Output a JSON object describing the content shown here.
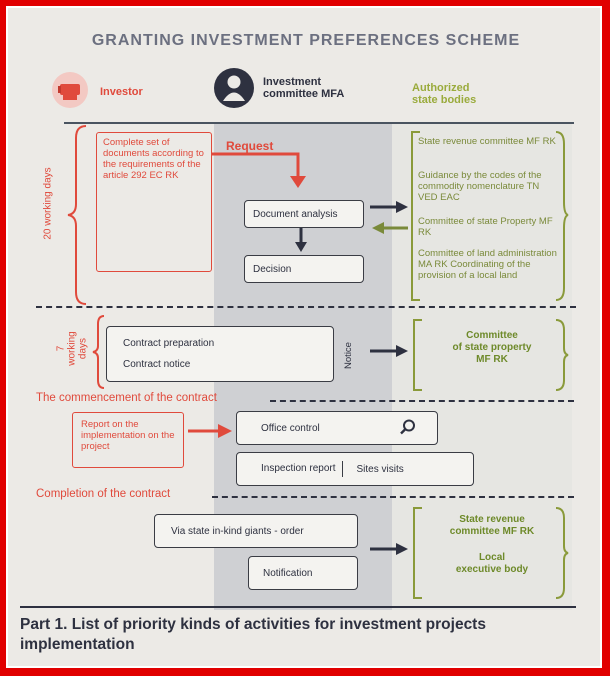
{
  "title": "GRANTING INVESTMENT PREFERENCES SCHEME",
  "columns": {
    "investor": "Investor",
    "committee": "Investment\ncommittee MFA",
    "authorized": "Authorized\nstate bodies"
  },
  "stage1": {
    "duration": "20 working days",
    "investor_box": "Complete set of documents according to the requirements of the article 292 EC RK",
    "request": "Request",
    "document_analysis": "Document analysis",
    "decision": "Decision",
    "bodies": [
      "State revenue committee MF RK",
      "Guidance by the codes of the commodity nomenclature TN VED EAC",
      "Committee of state Property MF RK",
      "Committee of land administration MA RK Coordinating of the provision of a local land"
    ]
  },
  "stage2": {
    "duration": "7 working days",
    "contract_preparation": "Contract preparation",
    "contract_notice": "Contract notice",
    "notice": "Notice",
    "body": "Committee\nof state property\nMF RK"
  },
  "stage3": {
    "heading": "The commencement of the contract",
    "report": "Report on the implementation on the project",
    "office_control": "Office control",
    "inspection_report": "Inspection report",
    "sites_visits": "Sites visits"
  },
  "stage4": {
    "heading": "Completion of the contract",
    "order": "Via state in-kind giants - order",
    "notification": "Notification",
    "body1": "State revenue\ncommittee MF RK",
    "body2": "Local\nexecutive body"
  },
  "footer": "Part 1. List of priority kinds of activities for investment projects implementation",
  "colors": {
    "accent_red": "#e04a3c",
    "accent_green": "#9aab3c",
    "dark": "#2e3140"
  },
  "icons": [
    "investor-icon",
    "person-icon",
    "magnifier-icon"
  ]
}
